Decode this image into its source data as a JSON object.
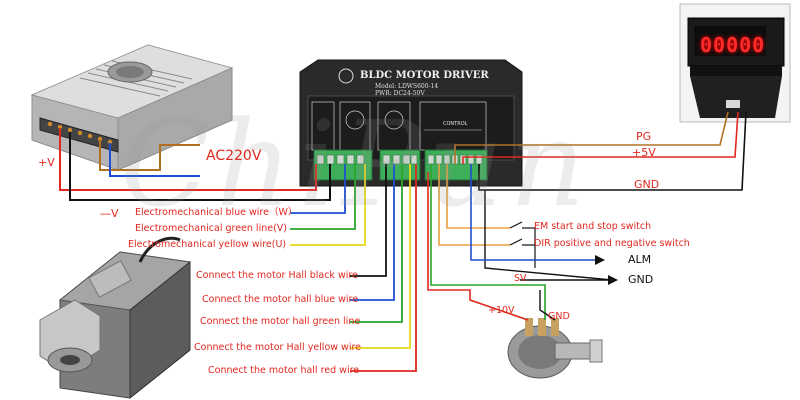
{
  "watermark": "ChiPun",
  "driver": {
    "title": "BLDC MOTOR DRIVER",
    "model": "Model: LDWS600-14",
    "power": "PWR: DC24-50V",
    "control_label": "CONTROL"
  },
  "display": {
    "digits": "00000"
  },
  "labels": {
    "plus_v": "+V",
    "minus_v": "—V",
    "ac220v": "AC220V",
    "pg": "PG",
    "plus5v": "+5V",
    "gnd_top": "GND",
    "em_blue": "Electromechanical blue wire（W）",
    "em_green": "Electromechanical green line(V)",
    "em_yellow": "Electromechanical yellow wire(U)",
    "hall_black": "Connect the motor Hall black wire",
    "hall_blue": "Connect the motor hall blue wire",
    "hall_green": "Connect the motor hall green line",
    "hall_yellow": "Connect the motor Hall yellow wire",
    "hall_red": "Connect the motor hall red wire",
    "em_switch": "EM start and stop switch",
    "dir_switch": "DIR positive and negative switch",
    "alm": "ALM",
    "gnd_mid": "GND",
    "sv": "SV",
    "plus10v": "+10V",
    "gnd_pot": "GND"
  },
  "colors": {
    "red_wire": "#e0281f",
    "black_wire": "#111111",
    "blue_wire": "#1f4fd0",
    "green_wire": "#2aa52a",
    "yellow_wire": "#e8d81a",
    "brown_wire": "#b07020",
    "orange_wire": "#e8a040",
    "terminal_green": "#3fae5a"
  }
}
